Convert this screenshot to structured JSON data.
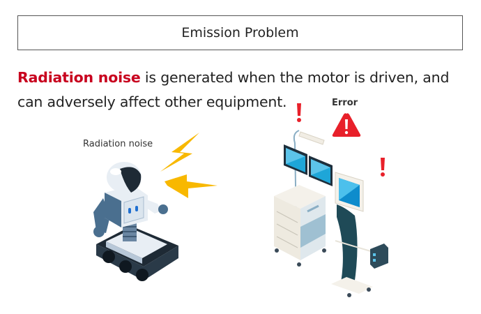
{
  "header": {
    "title": "Emission Problem"
  },
  "description": {
    "highlight": "Radiation noise",
    "rest": " is generated when the motor is driven, and can adversely affect other equipment."
  },
  "illustration": {
    "robot_label": "Radiation noise",
    "error_label": "Error"
  },
  "colors": {
    "highlight_red": "#c8001e",
    "warning_red": "#e8202a",
    "lightning_yellow": "#f8b800",
    "robot_blue": "#4a6f8f",
    "screen_cyan": "#1ea6d8",
    "panel_dark": "#1f4a57"
  }
}
